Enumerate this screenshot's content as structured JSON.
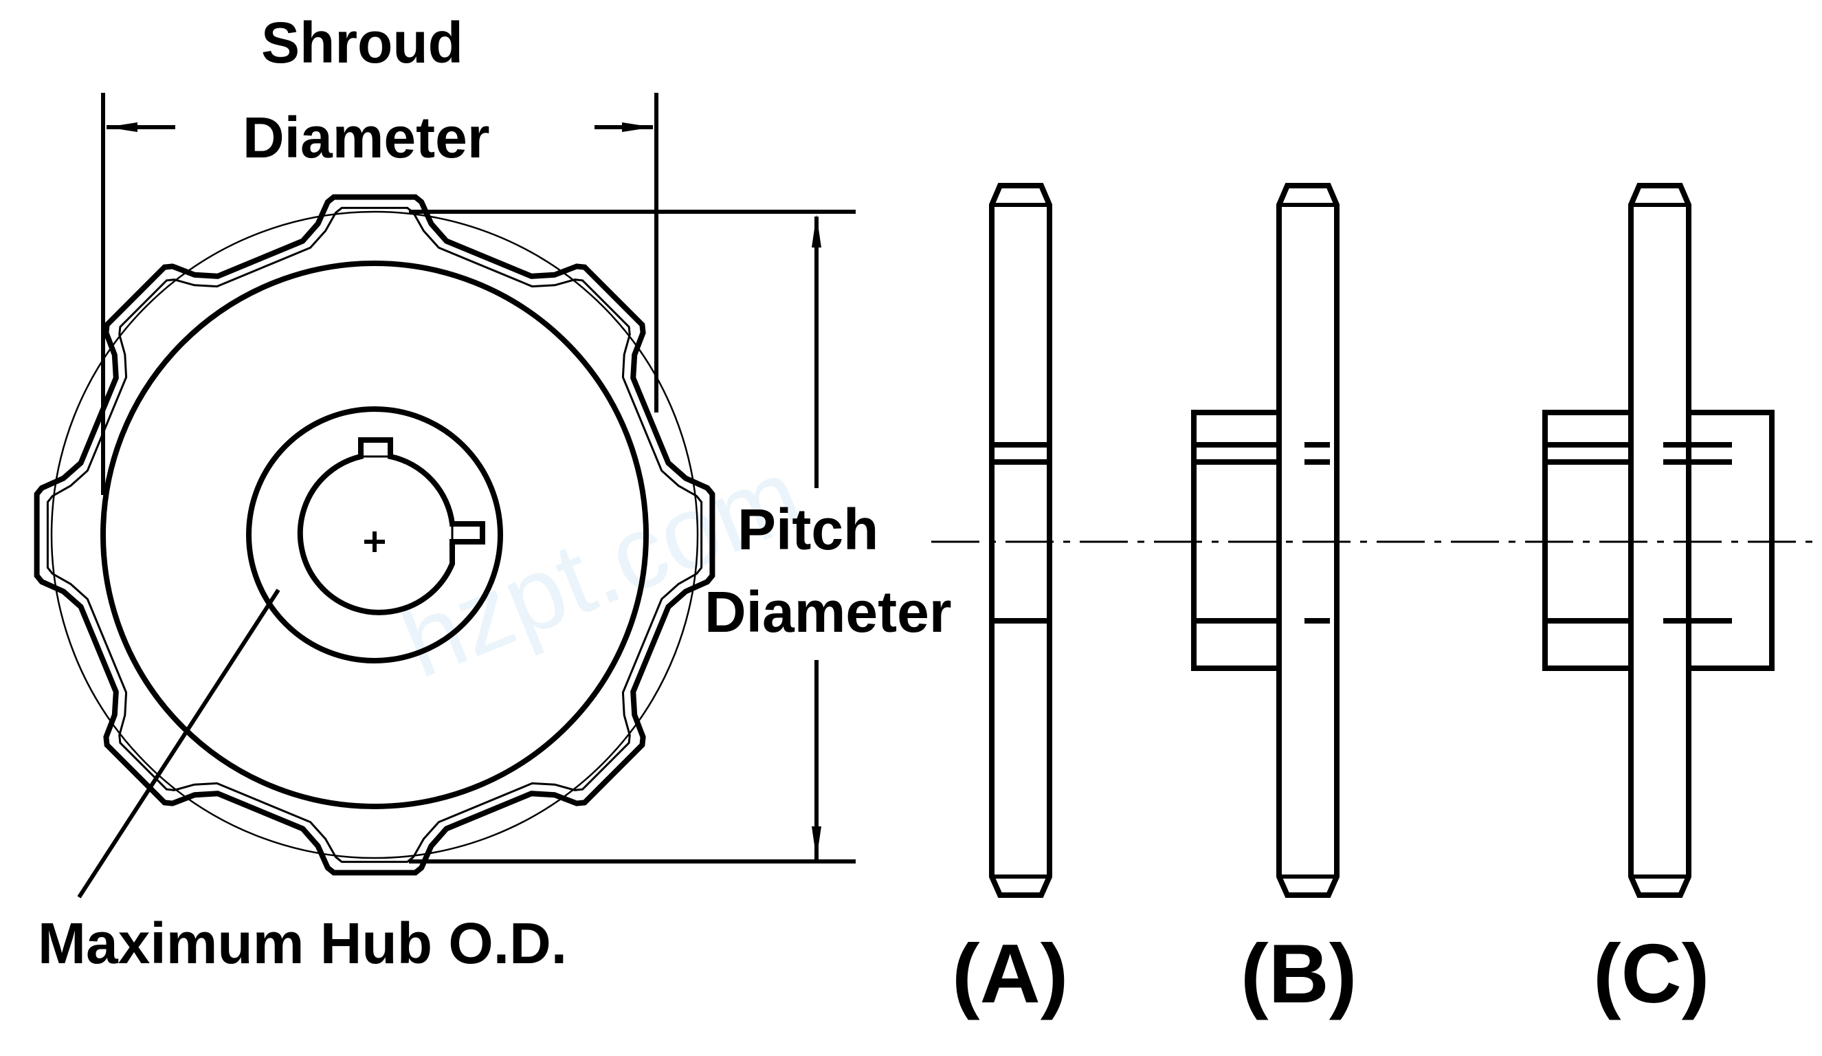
{
  "labels": {
    "shroud_line1": "Shroud",
    "shroud_line2": "Diameter",
    "pitch_line1": "Pitch",
    "pitch_line2": "Diameter",
    "hub": "Maximum Hub O.D.",
    "view_a": "(A)",
    "view_b": "(B)",
    "view_c": "(C)"
  },
  "watermark": "hzpt.com"
}
